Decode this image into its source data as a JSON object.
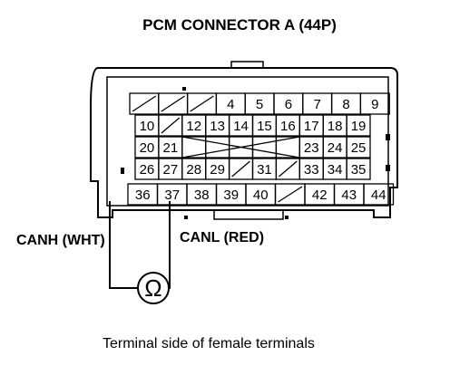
{
  "title": "PCM CONNECTOR A (44P)",
  "footer": "Terminal side of female terminals",
  "labels": {
    "canh": "CANH (WHT)",
    "canl": "CANL (RED)",
    "ohm_symbol": "Ω"
  },
  "meter_icon": "ohmmeter-icon",
  "rows": [
    [
      "/",
      "/",
      "/",
      "4",
      "5",
      "6",
      "7",
      "8",
      "9"
    ],
    [
      "10",
      "/",
      "12",
      "13",
      "14",
      "15",
      "16",
      "17",
      "18",
      "19"
    ],
    [
      "20",
      "21",
      "",
      "",
      "",
      "",
      "",
      "23",
      "24",
      "25"
    ],
    [
      "26",
      "27",
      "28",
      "29",
      "/",
      "31",
      "/",
      "33",
      "34",
      "35"
    ],
    [
      "36",
      "37",
      "38",
      "39",
      "40",
      "/",
      "42",
      "43",
      "44"
    ]
  ]
}
